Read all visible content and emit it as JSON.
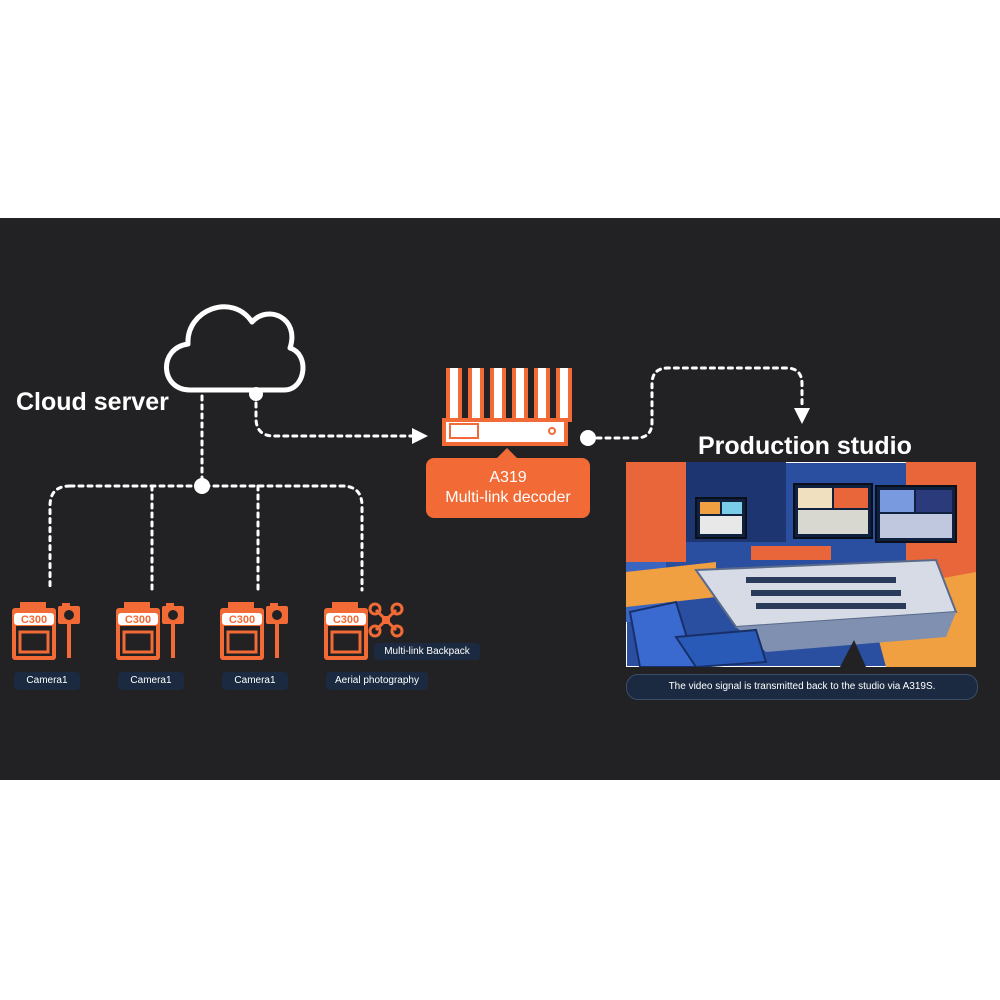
{
  "cloud": {
    "label": "Cloud server",
    "icon": "cloud-icon"
  },
  "decoder": {
    "model": "A319",
    "name": "Multi-link decoder",
    "icon": "decoder-device-icon"
  },
  "studio": {
    "label": "Production studio",
    "caption": "The video signal is transmitted back to the studio via A319S.",
    "image": "broadcast-control-room-illustration"
  },
  "devices": [
    {
      "badge": "C300",
      "label": "Camera1",
      "accessory": "camera-icon"
    },
    {
      "badge": "C300",
      "label": "Camera1",
      "accessory": "camera-icon"
    },
    {
      "badge": "C300",
      "label": "Camera1",
      "accessory": "camera-icon"
    },
    {
      "badge": "C300",
      "label": "Aerial photography",
      "accessory": "drone-icon"
    }
  ],
  "backpack_label": "Multi-link Backpack",
  "colors": {
    "accent": "#f26a35",
    "background": "#222224",
    "label_bg": "#1b2a40",
    "connector": "#ffffff"
  }
}
